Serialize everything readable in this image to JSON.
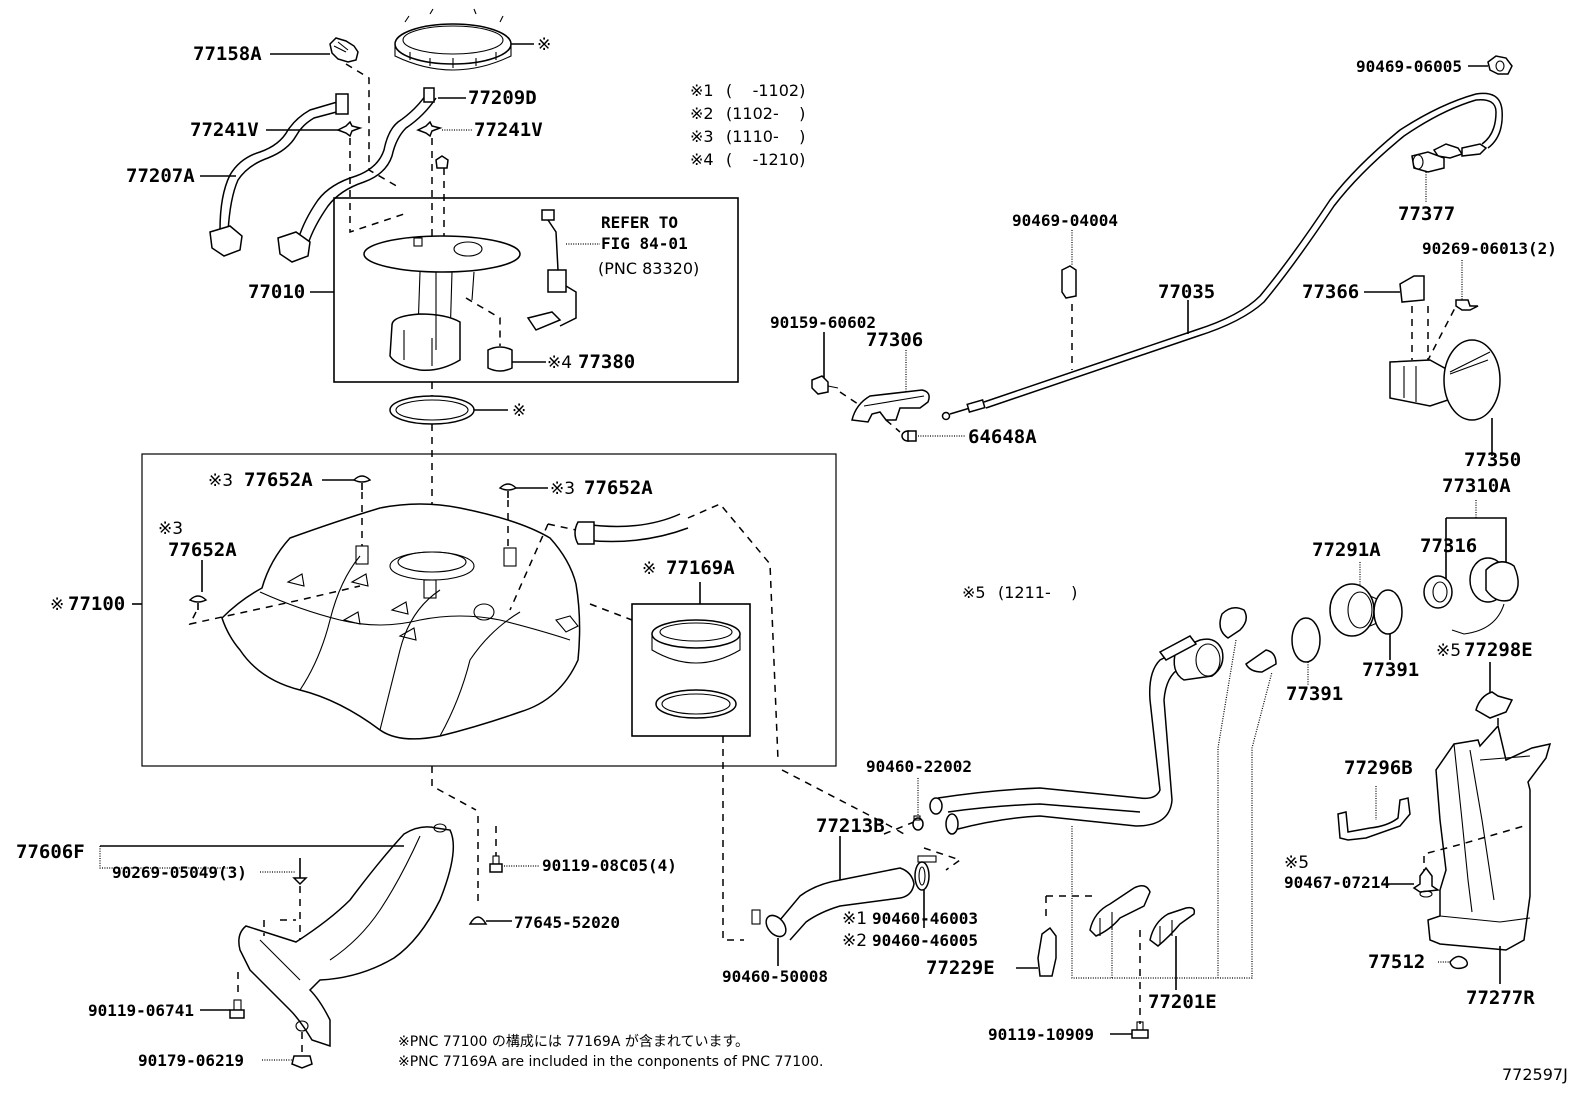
{
  "diagram": {
    "figure_id": "772597J",
    "mark_symbol": "※",
    "legend": [
      {
        "mark": "※1",
        "range": "(    -1102)"
      },
      {
        "mark": "※2",
        "range": "(1102-    )"
      },
      {
        "mark": "※3",
        "range": "(1110-    )"
      },
      {
        "mark": "※4",
        "range": "(    -1210)"
      }
    ],
    "legend5": {
      "mark": "※5",
      "range": "(1211-    )"
    },
    "refer": {
      "line1": "REFER TO",
      "line2": "FIG 84-01",
      "line3": "(PNC 83320)"
    },
    "footnotes": [
      "※PNC 77100 の構成には 77169A が含まれています。",
      "※PNC 77169A are included in the conponents of PNC 77100."
    ],
    "labels": {
      "p77158A": "77158A",
      "p77209D": "77209D",
      "p77241V_left": "77241V",
      "p77241V_right": "77241V",
      "p77207A": "77207A",
      "p77010": "77010",
      "p77380": "77380",
      "p77380_mark": "※4",
      "ring_mark_top": "※",
      "gasket_mark": "※",
      "p77652A_a": "77652A",
      "p77652A_a_mark": "※3",
      "p77652A_b": "77652A",
      "p77652A_b_mark": "※3",
      "p77652A_c": "77652A",
      "p77652A_c_mark": "※3",
      "p77100": "77100",
      "p77100_mark": "※",
      "p77169A": "77169A",
      "p77169A_mark": "※",
      "p77606F": "77606F",
      "p90269_05049": "90269-05049(3)",
      "p90119_08C05": "90119-08C05(4)",
      "p77645_52020": "77645-52020",
      "p90119_06741": "90119-06741",
      "p90179_06219": "90179-06219",
      "p90460_50008": "90460-50008",
      "p77213B": "77213B",
      "p90460_22002": "90460-22002",
      "p90460_46003": "90460-46003",
      "p90460_46003_mark": "※1",
      "p90460_46005": "90460-46005",
      "p90460_46005_mark": "※2",
      "p77229E": "77229E",
      "p77201E": "77201E",
      "p90119_10909": "90119-10909",
      "p90469_06005": "90469-06005",
      "p77377": "77377",
      "p90469_04004": "90469-04004",
      "p77035": "77035",
      "p90269_06013": "90269-06013(2)",
      "p77366": "77366",
      "p90159_60602": "90159-60602",
      "p77306": "77306",
      "p64648A": "64648A",
      "p77350": "77350",
      "p77310A": "77310A",
      "p77316": "77316",
      "p77291A": "77291A",
      "p77391_left": "77391",
      "p77391_right": "77391",
      "p77298E": "77298E",
      "p77298E_mark": "※5",
      "p77296B": "77296B",
      "p90467_07214": "90467-07214",
      "p90467_07214_mark": "※5",
      "p77512": "77512",
      "p77277R": "77277R"
    }
  }
}
